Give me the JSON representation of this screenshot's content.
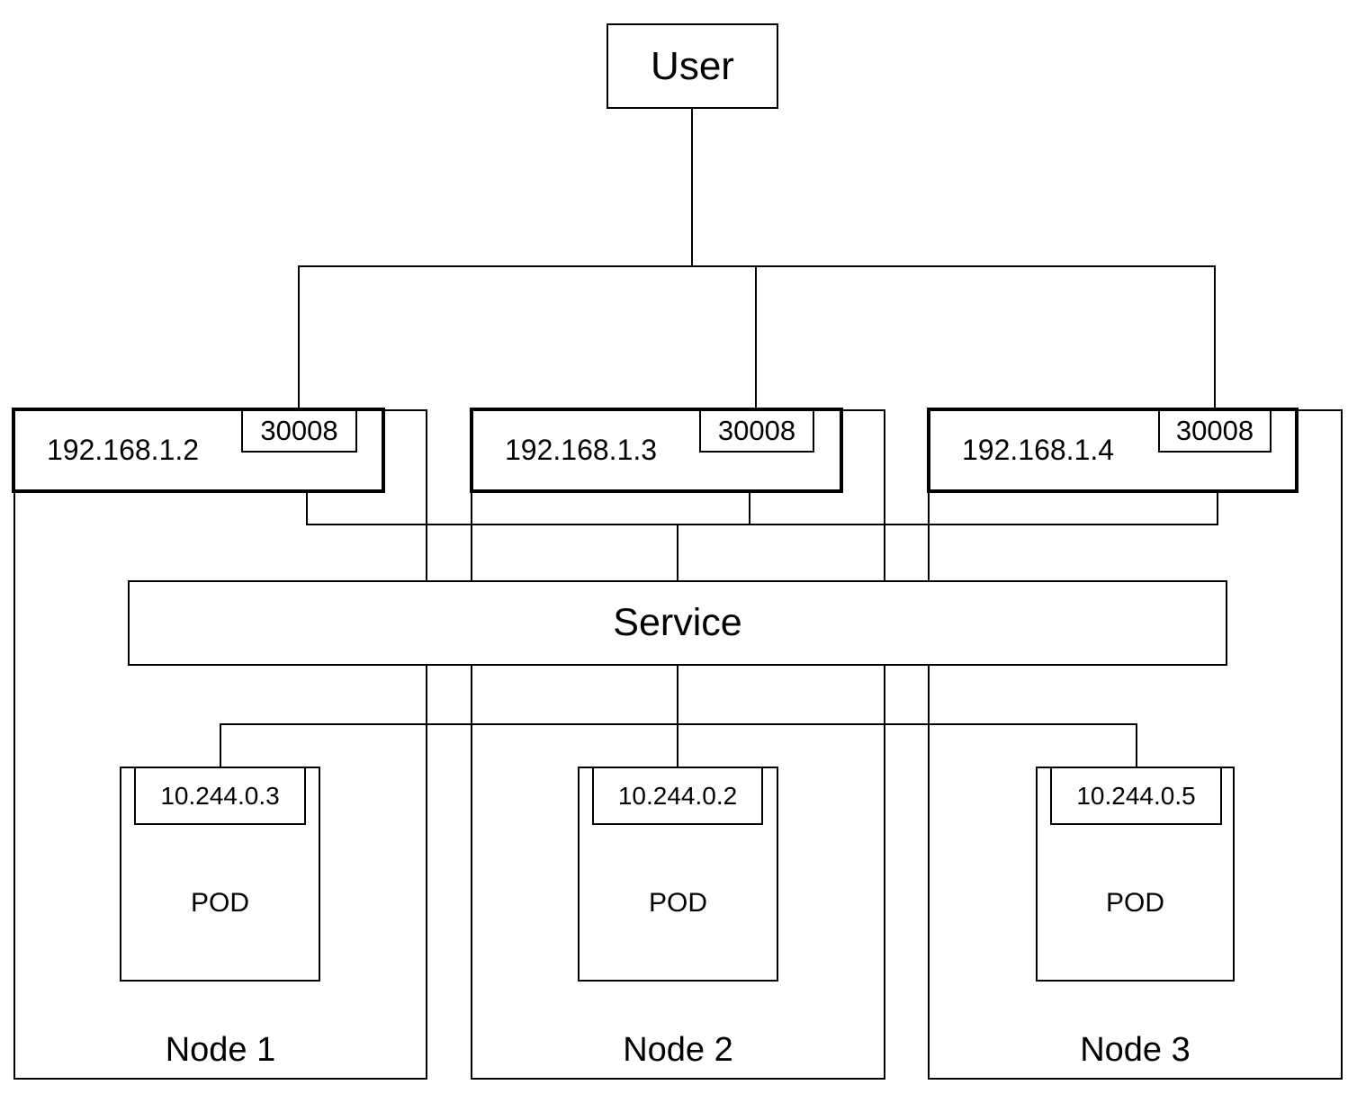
{
  "diagram": {
    "title_hint": "Kubernetes NodePort service diagram",
    "colors": {
      "line": "#000000",
      "background": "#ffffff",
      "text": "#000000"
    },
    "user": {
      "label": "User"
    },
    "service": {
      "label": "Service"
    },
    "nodes": [
      {
        "label": "Node 1",
        "ip": "192.168.1.2",
        "port": "30008",
        "pod": {
          "label": "POD",
          "ip": "10.244.0.3"
        }
      },
      {
        "label": "Node 2",
        "ip": "192.168.1.3",
        "port": "30008",
        "pod": {
          "label": "POD",
          "ip": "10.244.0.2"
        }
      },
      {
        "label": "Node 3",
        "ip": "192.168.1.4",
        "port": "30008",
        "pod": {
          "label": "POD",
          "ip": "10.244.0.5"
        }
      }
    ]
  }
}
